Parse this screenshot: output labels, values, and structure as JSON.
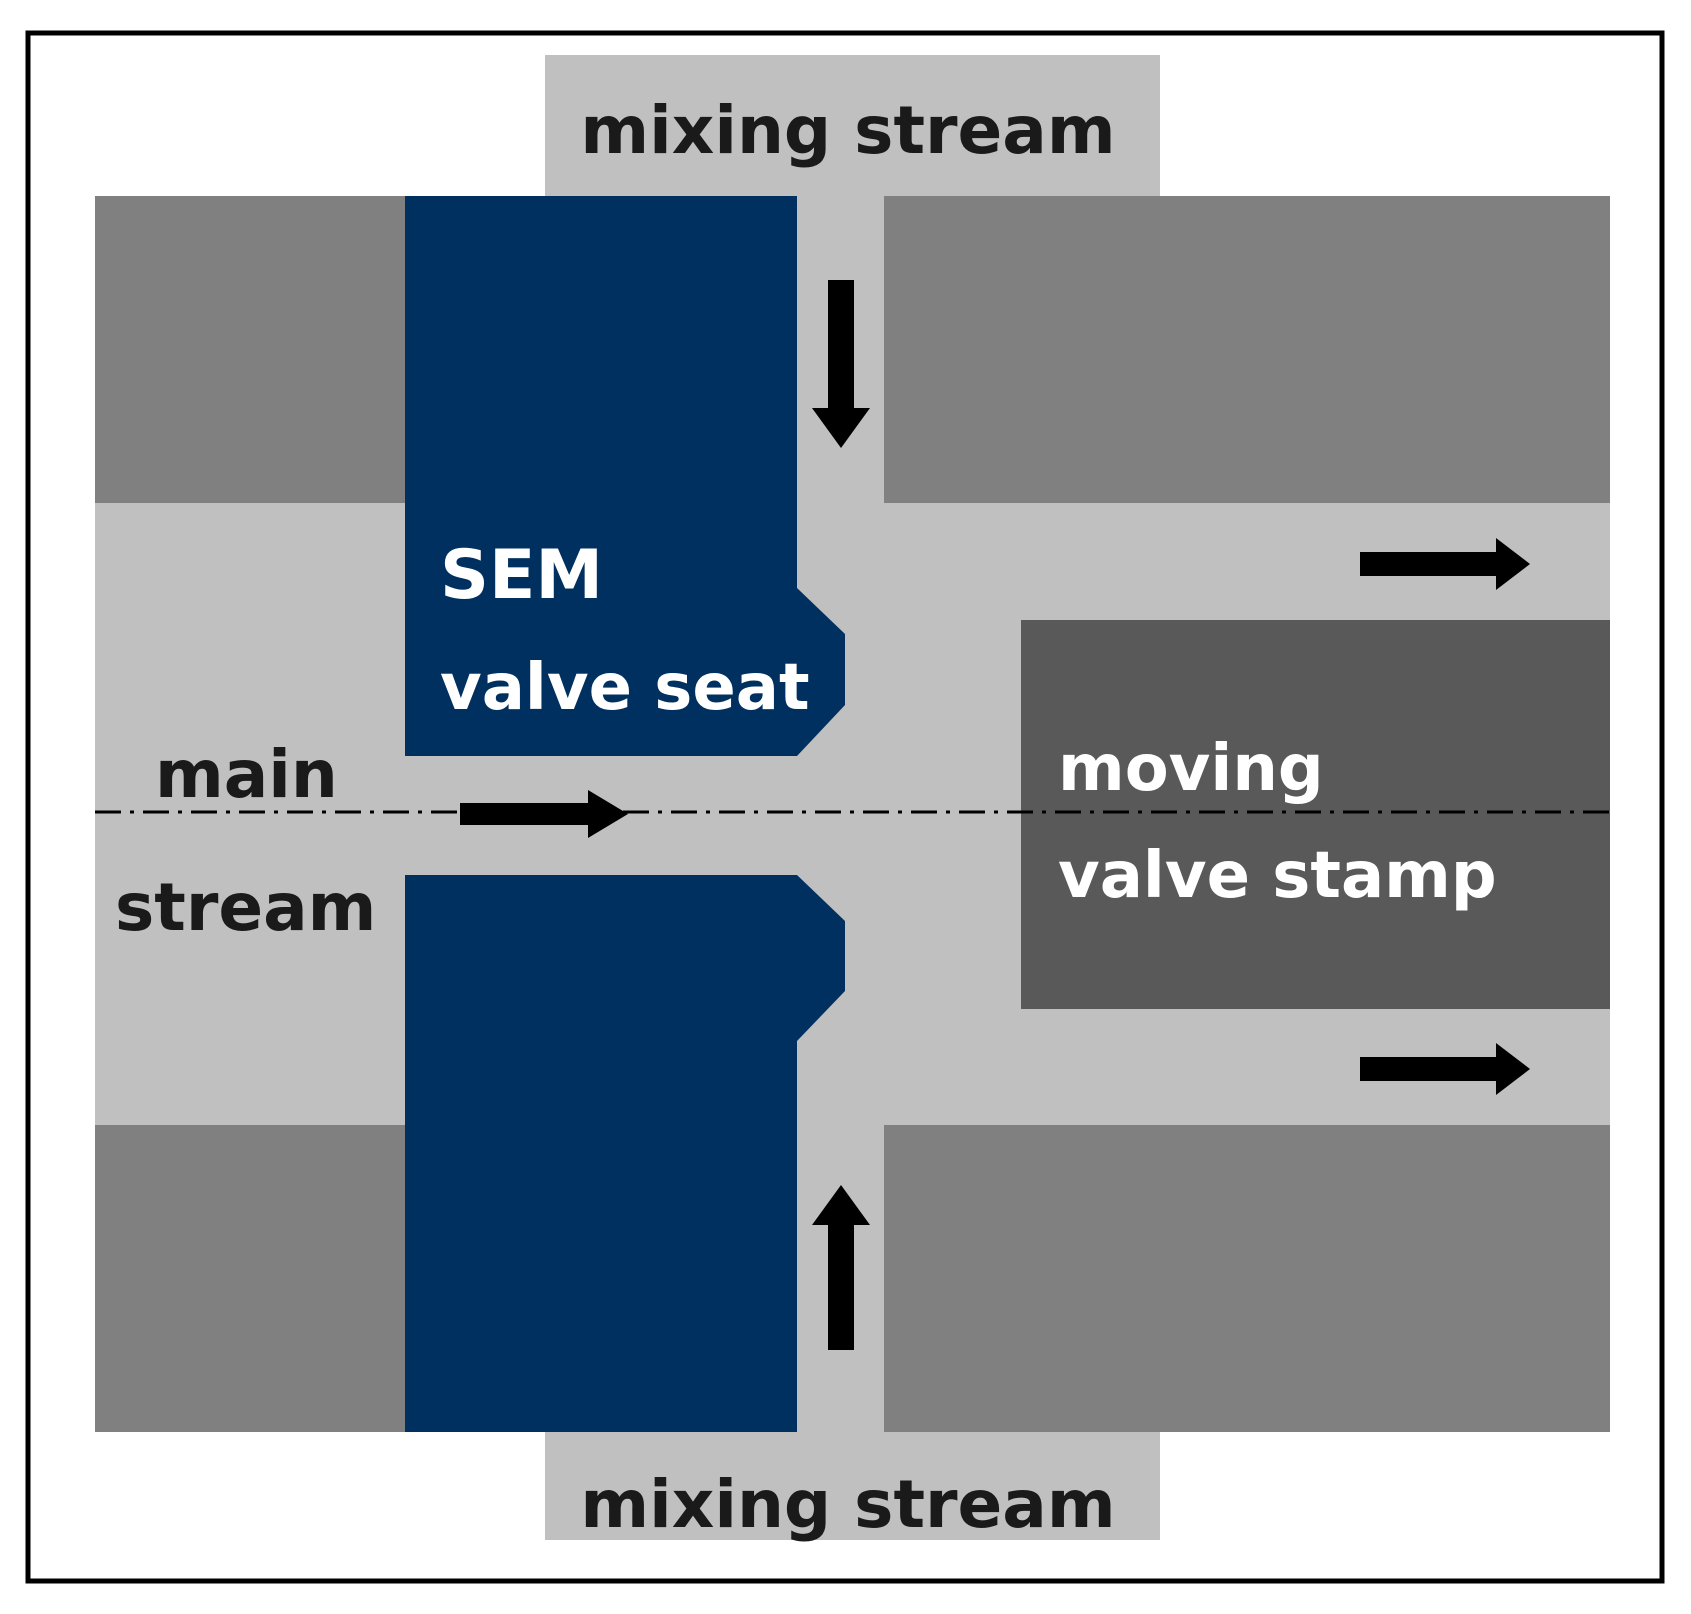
{
  "labels": {
    "mixing_top": "mixing stream",
    "mixing_bottom": "mixing stream",
    "main_line1": "main",
    "main_line2": "stream",
    "seat_line1": "SEM",
    "seat_line2": "valve seat",
    "stamp_line1": "moving",
    "stamp_line2": "valve stamp"
  },
  "colors": {
    "frame": "#000000",
    "fluid": "#c0c0c0",
    "housing": "#808080",
    "valve_seat": "#003060",
    "valve_stamp": "#595959",
    "arrow": "#000000"
  },
  "icons": {
    "flow_arrow": "arrow-icon",
    "centerline": "dash-dot-line"
  }
}
